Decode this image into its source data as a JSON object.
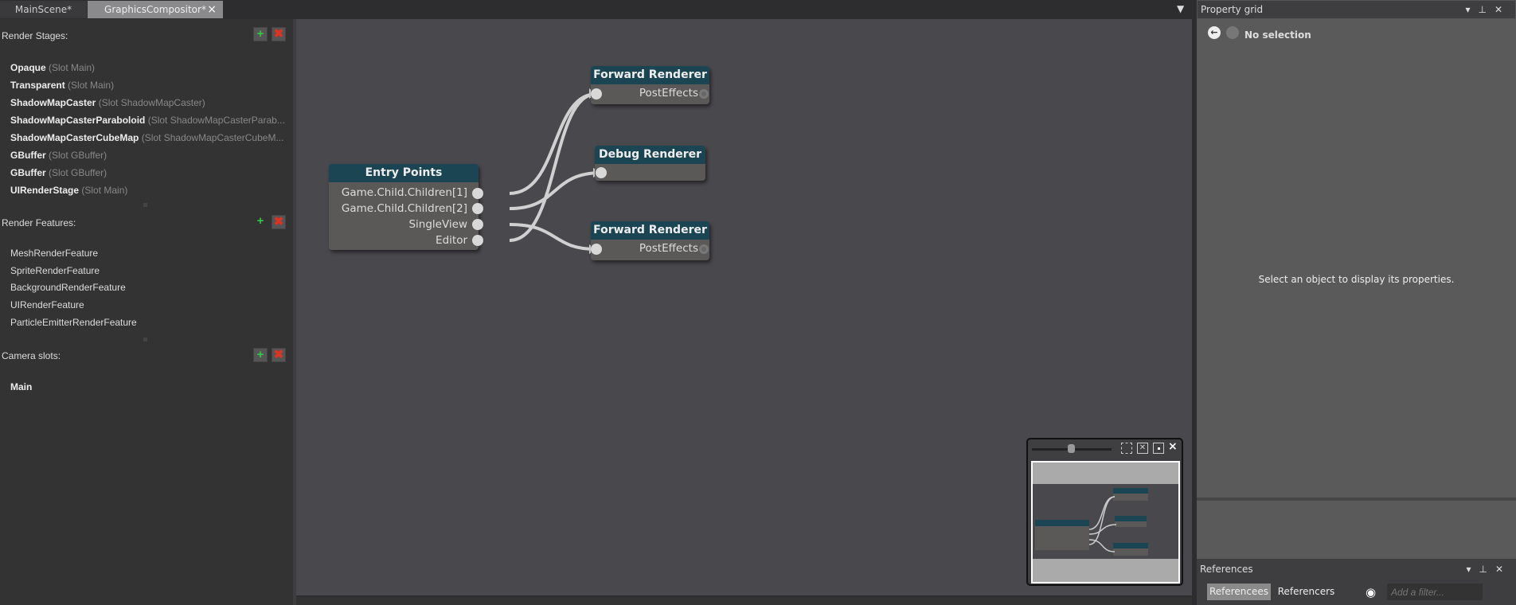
{
  "tabs": [
    {
      "label": "MainScene*",
      "active": false
    },
    {
      "label": "GraphicsCompositor*",
      "active": true,
      "close": "×"
    }
  ],
  "tab_menu_icon": "▼",
  "left": {
    "render_stages": {
      "title": "Render Stages:",
      "items": [
        {
          "name": "Opaque",
          "slot": "(Slot Main)"
        },
        {
          "name": "Transparent",
          "slot": "(Slot Main)"
        },
        {
          "name": "ShadowMapCaster",
          "slot": "(Slot ShadowMapCaster)"
        },
        {
          "name": "ShadowMapCasterParaboloid",
          "slot": "(Slot ShadowMapCasterParab..."
        },
        {
          "name": "ShadowMapCasterCubeMap",
          "slot": "(Slot ShadowMapCasterCubeM..."
        },
        {
          "name": "GBuffer",
          "slot": "(Slot GBuffer)"
        },
        {
          "name": "GBuffer",
          "slot": "(Slot GBuffer)"
        },
        {
          "name": "UIRenderStage",
          "slot": "(Slot Main)"
        }
      ]
    },
    "render_features": {
      "title": "Render Features:",
      "items": [
        "MeshRenderFeature",
        "SpriteRenderFeature",
        "BackgroundRenderFeature",
        "UIRenderFeature",
        "ParticleEmitterRenderFeature"
      ]
    },
    "camera_slots": {
      "title": "Camera slots:",
      "items": [
        "Main"
      ]
    },
    "add_icon": "+",
    "remove_icon": "✖"
  },
  "graph": {
    "entry": {
      "title": "Entry Points",
      "ports": [
        "Game.Child.Children[1]",
        "Game.Child.Children[2]",
        "SingleView",
        "Editor"
      ]
    },
    "forward1": {
      "title": "Forward Renderer",
      "port": "PostEffects"
    },
    "debug": {
      "title": "Debug Renderer"
    },
    "forward2": {
      "title": "Forward Renderer",
      "port": "PostEffects"
    },
    "colors": {
      "canvas": "#49484d",
      "node_header": "#1b4552",
      "node_body": "#5a5957",
      "wire": "#d8d8d8"
    }
  },
  "property_grid": {
    "title": "Property grid",
    "no_selection": "No selection",
    "hint": "Select an object to display its properties."
  },
  "references": {
    "title": "References",
    "tabs": [
      "Referencees",
      "Referencers"
    ],
    "filter_placeholder": "Add a filter..."
  }
}
